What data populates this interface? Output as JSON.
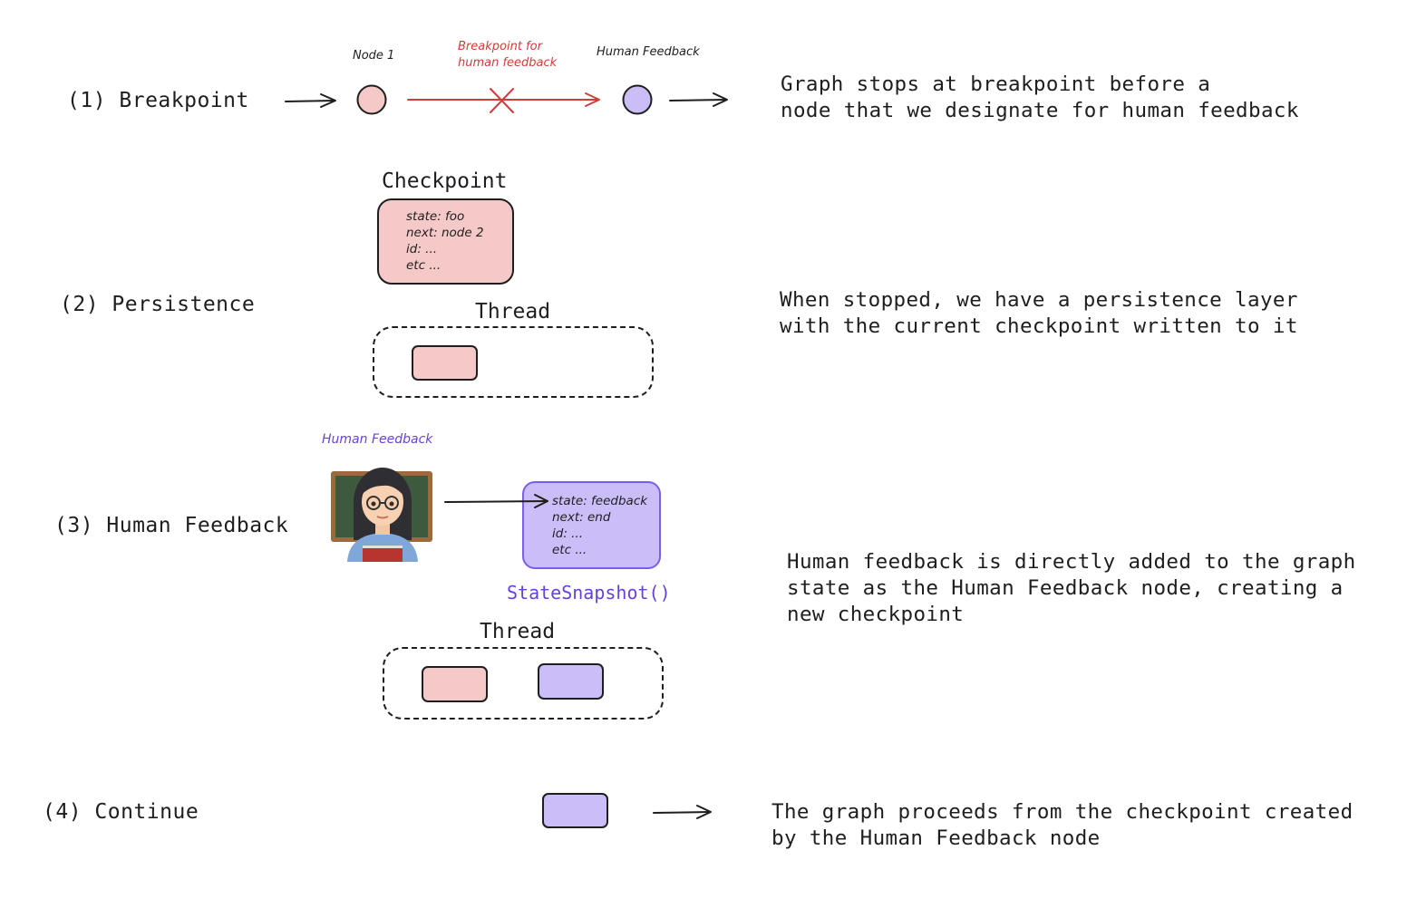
{
  "colors": {
    "pink_fill": "#f6c9c9",
    "purple_fill": "#cbbdf8",
    "red_accent": "#d23c3c",
    "purple_accent": "#6741d9",
    "stroke": "#1e1e1e"
  },
  "step1": {
    "label": "(1) Breakpoint",
    "node1_label": "Node 1",
    "breakpoint_label_line1": "Breakpoint for",
    "breakpoint_label_line2": "human feedback",
    "human_feedback_label": "Human Feedback",
    "desc_line1": "Graph stops at breakpoint before a",
    "desc_line2": "node that we designate for human feedback"
  },
  "step2": {
    "label": "(2) Persistence",
    "checkpoint_title": "Checkpoint",
    "checkpoint_lines": [
      "state: foo",
      "next: node 2",
      "id: ...",
      "etc ..."
    ],
    "thread_title": "Thread",
    "desc_line1": "When stopped, we have a persistence layer",
    "desc_line2": "with the current checkpoint written to it"
  },
  "step3": {
    "label": "(3) Human Feedback",
    "human_label": "Human Feedback",
    "avatar_icon": "teacher-emoji",
    "snapshot_lines": [
      "state: feedback",
      "next: end",
      "id: ...",
      "etc ..."
    ],
    "snapshot_caption": "StateSnapshot()",
    "thread_title": "Thread",
    "desc_line1": "Human feedback is directly added to the graph",
    "desc_line2": "state as the Human Feedback node, creating a",
    "desc_line3": "new checkpoint"
  },
  "step4": {
    "label": "(4) Continue",
    "desc_line1": "The graph proceeds from the checkpoint created",
    "desc_line2": "by the Human Feedback node"
  }
}
